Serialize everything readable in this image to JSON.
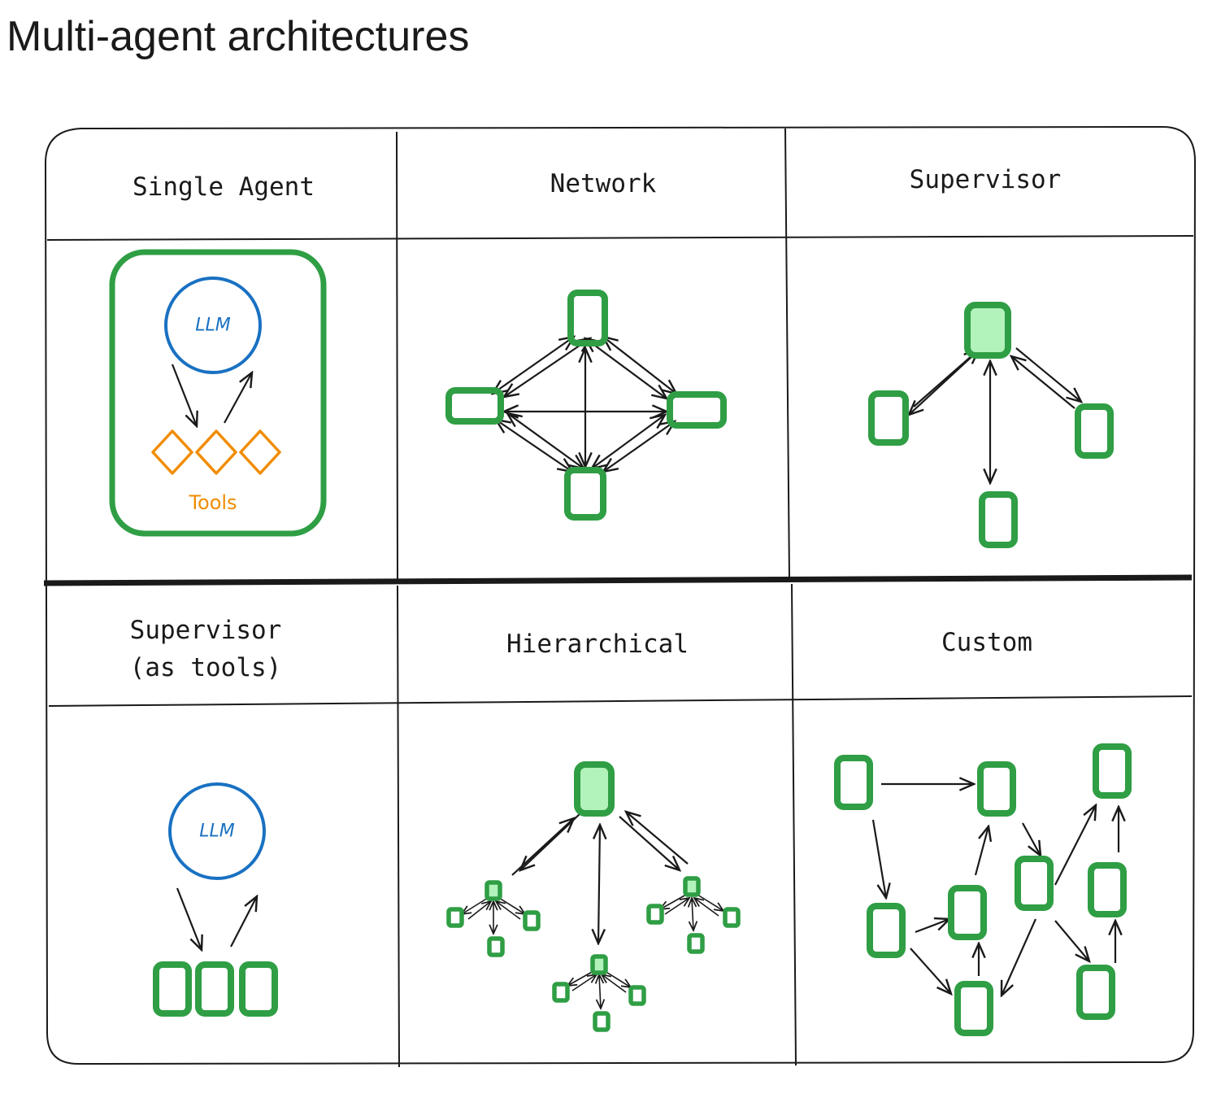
{
  "page": {
    "title": "Multi-agent architectures"
  },
  "panels": [
    {
      "id": "single-agent",
      "header": "Single Agent",
      "llm_label": "LLM",
      "tools_label": "Tools"
    },
    {
      "id": "network",
      "header": "Network"
    },
    {
      "id": "supervisor",
      "header": "Supervisor"
    },
    {
      "id": "supervisor-tools",
      "header_line1": "Supervisor",
      "header_line2": "(as tools)",
      "llm_label": "LLM"
    },
    {
      "id": "hierarchical",
      "header": "Hierarchical"
    },
    {
      "id": "custom",
      "header": "Custom"
    }
  ],
  "colors": {
    "agent_stroke": "#2f9e44",
    "supervisor_fill": "#b2f2bb",
    "llm_stroke": "#1971c2",
    "tools_stroke": "#f08c00",
    "line": "#1a1a1a"
  },
  "icons": {
    "agent": "rounded-rectangle",
    "llm": "circle",
    "tool": "diamond"
  }
}
